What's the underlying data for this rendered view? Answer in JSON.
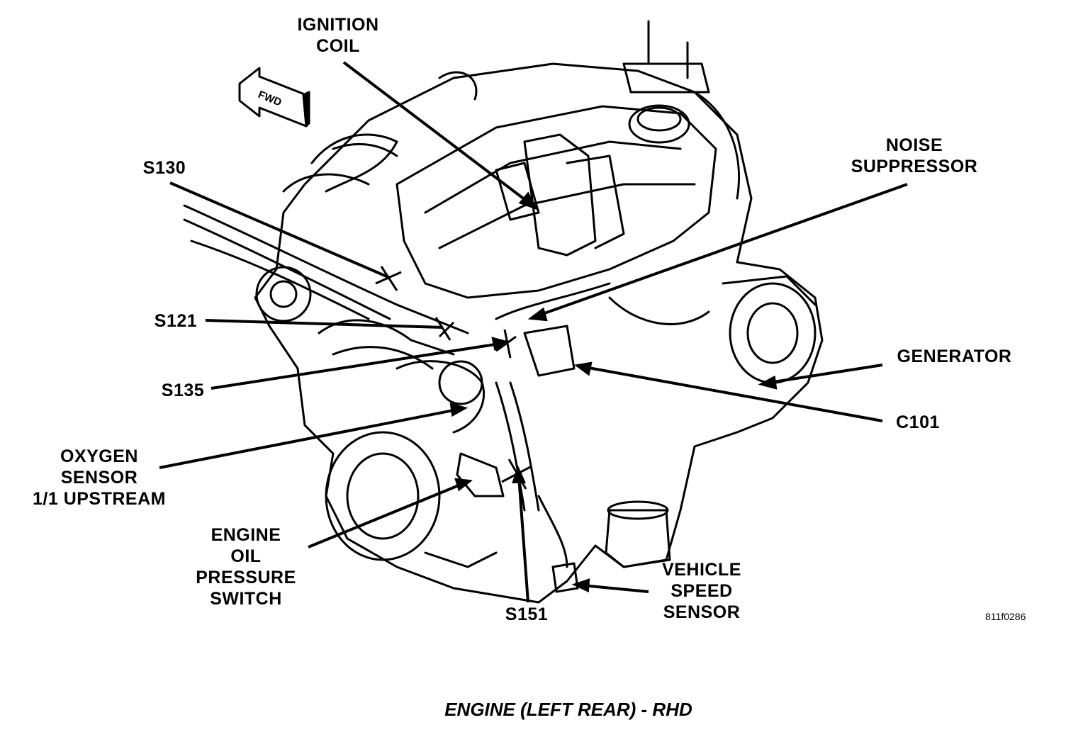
{
  "callouts": {
    "ignition_coil": "IGNITION\nCOIL",
    "s130": "S130",
    "noise_suppressor": "NOISE\nSUPPRESSOR",
    "s121": "S121",
    "generator": "GENERATOR",
    "s135": "S135",
    "c101": "C101",
    "oxygen_sensor": "OXYGEN\nSENSOR\n1/1 UPSTREAM",
    "engine_oil_pressure_switch": "ENGINE\nOIL\nPRESSURE\nSWITCH",
    "vehicle_speed_sensor": "VEHICLE\nSPEED\nSENSOR",
    "s151": "S151"
  },
  "fwd_arrow": "FWD",
  "figure_id": "811f0286",
  "caption": "ENGINE (LEFT REAR) - RHD"
}
